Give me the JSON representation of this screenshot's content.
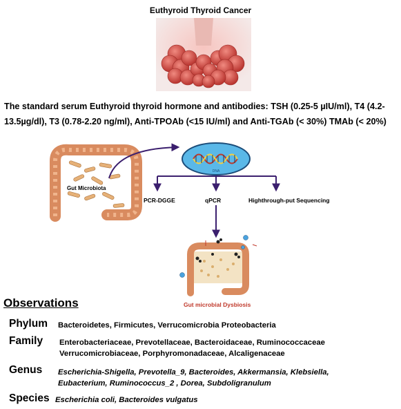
{
  "title": "Euthyroid Thyroid Cancer",
  "standard_text": "The standard serum Euthyroid thyroid hormone and antibodies: TSH (0.25-5 µIU/ml), T4 (4.2-13.5µg/dl), T3 (0.78-2.20 ng/ml), Anti-TPOAb (<15 IU/ml) and Anti-TGAb (< 30%) TMAb (< 20%)",
  "gut_label": "Gut Microbiota",
  "dna_label": "DNA",
  "methods": {
    "pcr_dgge": "PCR-DGGE",
    "qpcr": "qPCR",
    "sequencing": "Highthrough-put Sequencing"
  },
  "dysbiosis_label": "Gut microbial Dysbiosis",
  "observations": {
    "title": "Observations",
    "phylum_label": "Phylum",
    "phylum_text": "Bacteroidetes, Firmicutes, Verrucomicrobia Proteobacteria",
    "family_label": "Family",
    "family_text_1": "Enterobacteriaceae, Prevotellaceae, Bacteroidaceae, Ruminococcaceae",
    "family_text_2": "Verrucomicrobiaceae, Porphyromonadaceae,  Alcaligenaceae",
    "genus_label": "Genus",
    "genus_text_1": "Escherichia-Shigella, Prevotella_9,  Bacteroides,  Akkermansia,  Klebsiella,",
    "genus_text_2": "Eubacterium, Ruminococcus_2 , Dorea, Subdoligranulum",
    "species_label": "Species",
    "species_text": "Escherichia coli, Bacteroides vulgatus"
  },
  "colors": {
    "arrow": "#3b1f6e",
    "dysbiosis": "#c0392b",
    "thyroid": "#d9534f",
    "gut": "#d98b5f",
    "dna_fill": "#5ab8e8"
  }
}
